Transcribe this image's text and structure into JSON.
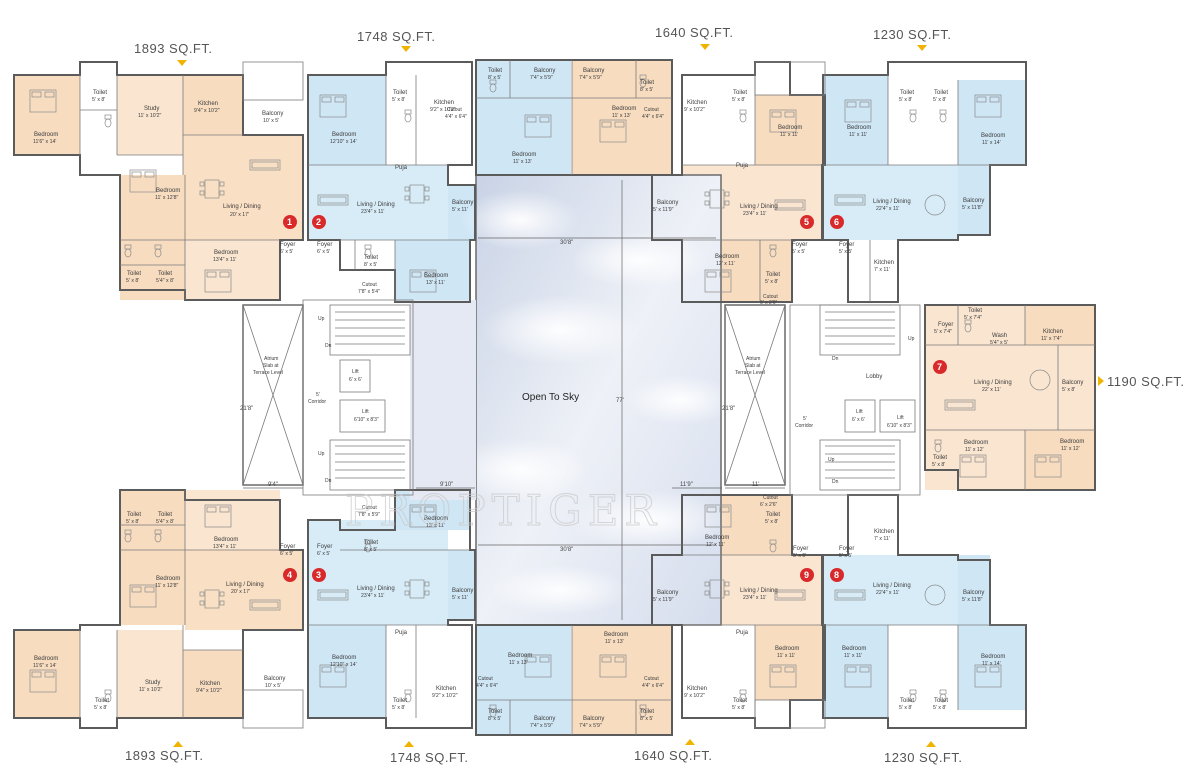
{
  "watermark": "PROPTIGER",
  "colors": {
    "orange_unit": "#f7dcc0",
    "blue_unit": "#cfe6f5",
    "sky": "#dfe6f2",
    "unit_marker": "#d82a2a",
    "area_arrow": "#f0b400"
  },
  "area_labels": {
    "top_1": "1893 SQ.FT.",
    "top_2": "1748 SQ.FT.",
    "top_3": "1640 SQ.FT.",
    "top_4": "1230 SQ.FT.",
    "right_7": "1190 SQ.FT.",
    "bottom_1": "1893 SQ.FT.",
    "bottom_2": "1748 SQ.FT.",
    "bottom_3": "1640 SQ.FT.",
    "bottom_4": "1230 SQ.FT."
  },
  "unit_numbers": [
    "1",
    "2",
    "3",
    "4",
    "5",
    "6",
    "7",
    "8",
    "9"
  ],
  "center": {
    "open_to_sky": "Open To Sky",
    "dim_width_top": "30'8\"",
    "dim_width_bottom": "30'8\"",
    "dim_height": "77'",
    "dim_9_10": "9'10\"",
    "dim_11_9": "11'9\"",
    "dim_9_4": "9'4\"",
    "dim_11": "11'",
    "dim_21_8_left": "21'8\"",
    "dim_21_8_right": "21'8\""
  },
  "core": {
    "atrium": "Atrium",
    "slab": "Slab at",
    "terrace": "Terrace Level",
    "corridor_w": "5'",
    "corridor": "Corridor",
    "lift": "Lift",
    "lift_a_size": "6' x 6'",
    "lift_b_size": "6'10\" x 8'3\"",
    "up": "Up",
    "dn": "Dn",
    "lobby": "Lobby",
    "cutout": "Cutout",
    "cutout_size": "7'8\" x 5'4\"",
    "cutout_size_b": "7'8\" x 5'9\"",
    "cutout_size_c": "6' x 2'6\"",
    "cutout_size_d": "4'4\" x 6'4\""
  },
  "rooms": {
    "bedroom": "Bedroom",
    "toilet": "Toilet",
    "study": "Study",
    "kitchen": "Kitchen",
    "balcony": "Balcony",
    "living": "Living / Dining",
    "foyer": "Foyer",
    "puja": "Puja",
    "wash": "Wash",
    "sz_bed_11_6x14": "11'6\" x 14'",
    "sz_toilet_5x8": "5' x 8'",
    "sz_study": "11' x 10'2\"",
    "sz_kitchen_9_4": "9'4\" x 10'2\"",
    "sz_balcony_10x5": "10' x 5'",
    "sz_bed_11x12_8": "11' x 12'8\"",
    "sz_living_20x17": "20' x 17'",
    "sz_bed_13_4x11": "13'4\" x 11'",
    "sz_foyer_6x5": "6' x 5'",
    "sz_toilet_5_4x8": "5'4\" x 8'",
    "sz_bed_12_10x14": "12'10\" x 14'",
    "sz_kitchen_9_2": "9'2\" x 10'2\"",
    "sz_living_23_4x11": "23'4\" x 11'",
    "sz_balcony_5x11": "5' x 11'",
    "sz_toilet_8x5": "8' x 5'",
    "sz_bed_13x11": "13' x 11'",
    "sz_balcony_7_4x5_9": "7'4\" x 5'9\"",
    "sz_bed_11x13": "11' x 13'",
    "sz_kitchen_9x10_2": "9' x 10'2\"",
    "sz_bed_11x11": "11' x 11'",
    "sz_bed_12x11": "12' x 11'",
    "sz_foyer_5x5": "5' x 5'",
    "sz_balcony_5x11_9": "5' x 11'9\"",
    "sz_living_22_4x11": "22'4\" x 11'",
    "sz_bed_11x14": "11' x 14'",
    "sz_kitchen_7x11": "7' x 11'",
    "sz_balcony_5x11_8": "5' x 11'8\"",
    "sz_toilet_5x7_4": "5' x 7'4\"",
    "sz_foyer_5x7_4": "5' x 7'4\"",
    "sz_wash_5_4x5": "5'4\" x 5'",
    "sz_kitchen_11x7_4": "11' x 7'4\"",
    "sz_living_22x11": "22' x 11'",
    "sz_bed_11x12": "11' x 12'",
    "sz_balcony_5x8": "5' x 8'"
  }
}
